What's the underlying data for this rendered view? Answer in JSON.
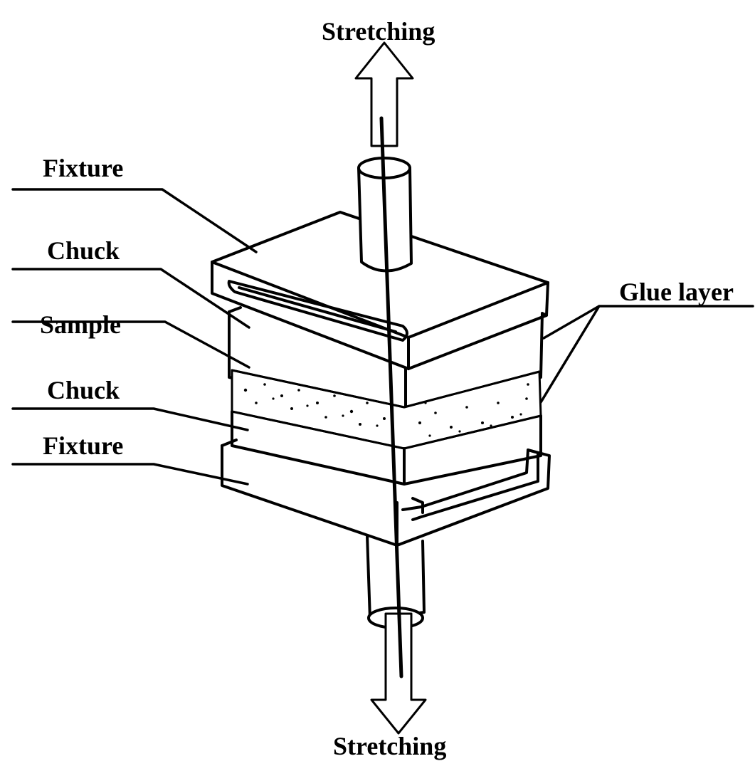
{
  "labels": {
    "stretch_top": "Stretching",
    "stretch_bottom": "Stretching",
    "fixture_top": "Fixture",
    "chuck_top": "Chuck",
    "sample": "Sample",
    "chuck_bottom": "Chuck",
    "fixture_bottom": "Fixture",
    "glue_layer": "Glue layer"
  },
  "colors": {
    "ink": "#000000",
    "paper": "#ffffff"
  }
}
